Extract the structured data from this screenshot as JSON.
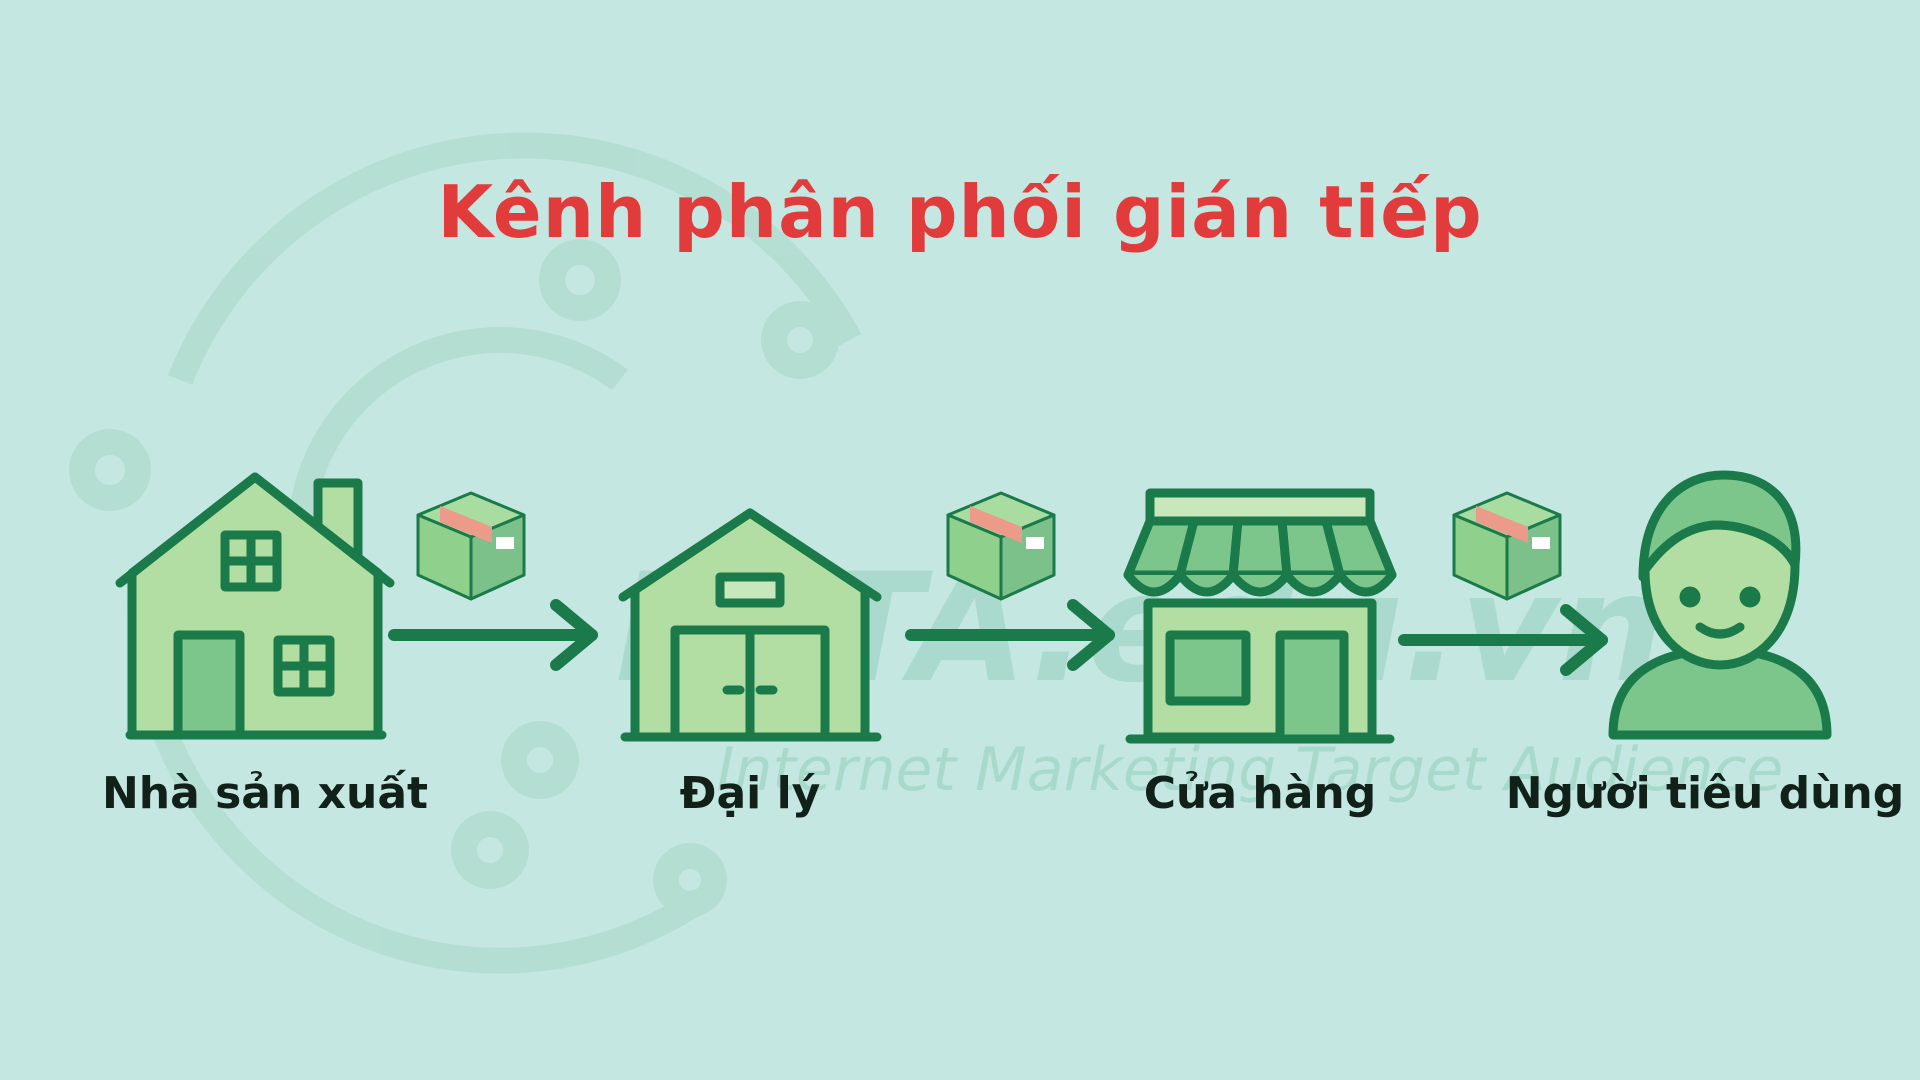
{
  "title": "Kênh phân phối gián tiếp",
  "watermark": {
    "brand": "IMTA.edu.vn",
    "tagline": "Internet Marketing Target Audience"
  },
  "nodes": [
    {
      "label": "Nhà sản xuất",
      "icon": "house-icon"
    },
    {
      "label": "Đại lý",
      "icon": "warehouse-icon"
    },
    {
      "label": "Cửa hàng",
      "icon": "storefront-icon"
    },
    {
      "label": "Người tiêu dùng",
      "icon": "person-icon"
    }
  ],
  "connectors": [
    {
      "icon": "package-box-icon",
      "arrow": "arrow-right-icon"
    },
    {
      "icon": "package-box-icon",
      "arrow": "arrow-right-icon"
    },
    {
      "icon": "package-box-icon",
      "arrow": "arrow-right-icon"
    }
  ],
  "colors": {
    "background": "#c5e7e1",
    "title": "#e23b3b",
    "stroke": "#1a7a4a",
    "fill_light": "#b3dea3",
    "fill_mid": "#7cc68b",
    "box": "#8fd08c",
    "tape": "#ec9a8a",
    "watermark": "#9bd2c5"
  }
}
